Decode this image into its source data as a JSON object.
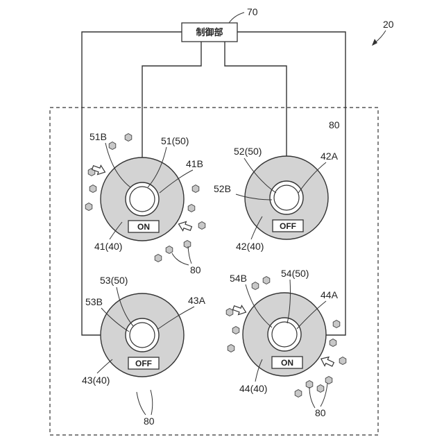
{
  "figure_number": "20",
  "controller": {
    "label": "制御部",
    "ref": "70"
  },
  "region_ref": "80",
  "units": [
    {
      "id": "41",
      "name": "41(40)",
      "shaft": "51(50)",
      "left_label": "51B",
      "right_label": "41B",
      "state": "ON"
    },
    {
      "id": "42",
      "name": "42(40)",
      "shaft": "52(50)",
      "left_label": "52B",
      "right_label": "42A",
      "state": "OFF"
    },
    {
      "id": "43",
      "name": "43(40)",
      "shaft": "53(50)",
      "left_label": "53B",
      "right_label": "43A",
      "state": "OFF"
    },
    {
      "id": "44",
      "name": "44(40)",
      "shaft": "54(50)",
      "left_label": "54B",
      "right_label": "44A",
      "state": "ON"
    }
  ],
  "particle_labels": [
    "80",
    "80",
    "80"
  ],
  "icons": {
    "particle": "hexagon-particle-icon",
    "arrow": "hollow-arrow-icon"
  }
}
